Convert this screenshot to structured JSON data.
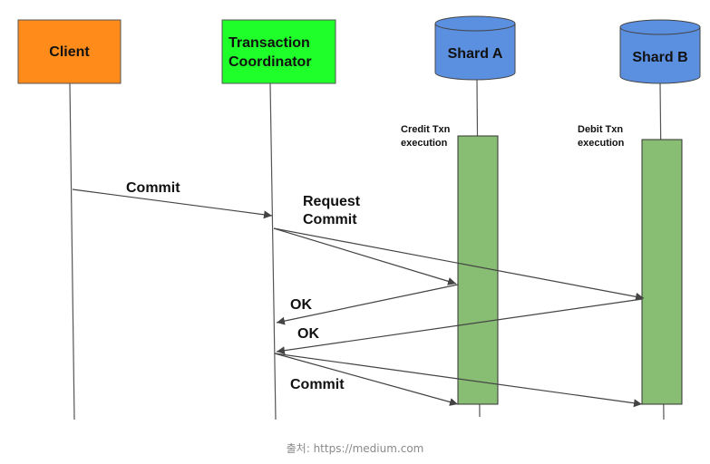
{
  "actors": {
    "client": {
      "label": "Client",
      "fill": "#FF8C1A"
    },
    "coordinator": {
      "line1": "Transaction",
      "line2": "Coordinator",
      "fill": "#1FFF2A"
    },
    "shard_a": {
      "label": "Shard A",
      "fill": "#5B8FE0"
    },
    "shard_b": {
      "label": "Shard B",
      "fill": "#5B8FE0"
    }
  },
  "activation_color": "#88BD74",
  "notes": {
    "shard_a": {
      "line1": "Credit Txn",
      "line2": "execution"
    },
    "shard_b": {
      "line1": "Debit Txn",
      "line2": "execution"
    }
  },
  "messages": {
    "commit_client": "Commit",
    "request_line1": "Request",
    "request_line2": "Commit",
    "ok_a": "OK",
    "ok_b": "OK",
    "commit_final": "Commit"
  },
  "caption": "출처: https://medium.com"
}
